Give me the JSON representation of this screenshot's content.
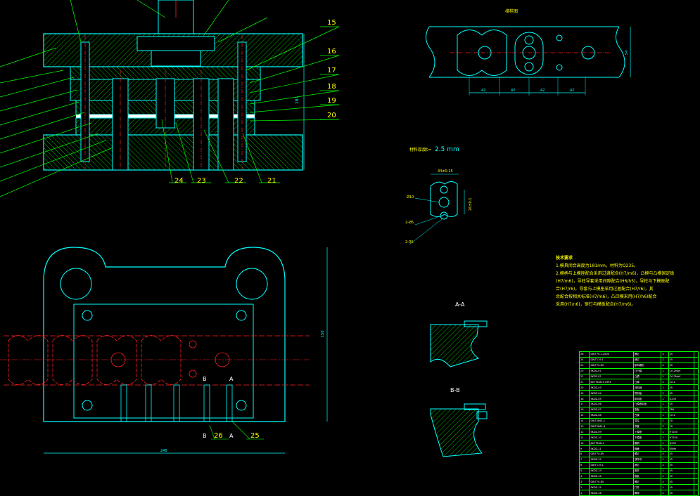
{
  "colors": {
    "background": "#000000",
    "outline": "#00ffff",
    "hatch": "#00ff00",
    "leader": "#00ff00",
    "center": "#ff2020",
    "dimension": "#00ffff",
    "label": "#ffff00",
    "text": "#ffffff"
  },
  "assembly_view": {
    "part_numbers_right": [
      "15",
      "16",
      "17",
      "18",
      "19",
      "20"
    ],
    "part_numbers_bottom": [
      "24",
      "23",
      "22",
      "21"
    ],
    "dimension_height": "181"
  },
  "plan_view": {
    "part_numbers": [
      "26",
      "25"
    ],
    "section_marks": [
      "B",
      "A",
      "B",
      "A"
    ],
    "dimension_width": "240",
    "dimension_height": "150"
  },
  "strip_layout": {
    "title": "排样图",
    "dimensions": [
      "42",
      "42",
      "42",
      "42"
    ],
    "dimension_height": "54"
  },
  "part_drawing": {
    "thickness_label": "材料厚度t=",
    "thickness_value": "2.5 mm",
    "dim_top": "44±0.15",
    "dim_side": "26±0.1",
    "hole_labels": [
      "Ø10",
      "2-Ø5",
      "2-R5"
    ]
  },
  "sections": {
    "a_a": "A-A",
    "b_b": "B-B"
  },
  "tech_notes": {
    "title": "技术要求",
    "lines": [
      "1.模具闭合高度为181mm，材料为Q235。",
      "2.模柄与上模座配合采用过渡配合(H7/m6)，凸模与凸模固定板",
      "(H7/m6)，导柱导套采用间隙配合(H6/h5)，导柱与下模座配",
      "合(H7/r6)，导套与上模座采用过盈配合(H7/r6)，其",
      "余配合按相关标准(H7/m6)，凸凹模采用(H7/h6)配合",
      "采用(H7/n6)，销钉与模板配合(H7/m6)。"
    ]
  },
  "bom": {
    "rows": [
      [
        "26",
        "GB/T70.1-2000",
        "螺钉",
        "4",
        "45",
        ""
      ],
      [
        "25",
        "GB/T119.1",
        "销钉",
        "2",
        "45",
        ""
      ],
      [
        "24",
        "GB/T70-85",
        "卸料螺钉",
        "4",
        "45",
        ""
      ],
      [
        "23",
        "SKDZ-01",
        "凸凹模",
        "1",
        "Cr12MoV",
        ""
      ],
      [
        "22",
        "SKDZ-02",
        "凸模",
        "1",
        "Cr12MoV",
        ""
      ],
      [
        "21",
        "JB/T7646.3-1994",
        "凸模",
        "2",
        "Cr12",
        ""
      ],
      [
        "20",
        "SKDZ-03",
        "挡料销",
        "1",
        "45",
        ""
      ],
      [
        "19",
        "SKDZ-04",
        "导料板",
        "2",
        "45",
        ""
      ],
      [
        "18",
        "SKDZ-05",
        "卸料板",
        "1",
        "Q235",
        ""
      ],
      [
        "17",
        "SKDZ-06",
        "凸模固定板",
        "1",
        "45",
        ""
      ],
      [
        "16",
        "SKDZ-07",
        "垫板",
        "1",
        "T8A",
        ""
      ],
      [
        "15",
        "SKDZ-08",
        "凹模",
        "1",
        "Cr12",
        ""
      ],
      [
        "14",
        "GB/T2861.1",
        "导柱",
        "2",
        "20",
        ""
      ],
      [
        "13",
        "GB/T2861.6",
        "导套",
        "2",
        "20",
        ""
      ],
      [
        "12",
        "SKDZ-09",
        "上模座",
        "1",
        "HT200",
        ""
      ],
      [
        "11",
        "SKDZ-10",
        "下模座",
        "1",
        "HT200",
        ""
      ],
      [
        "10",
        "JB/T7646.1",
        "模柄",
        "1",
        "Q235",
        ""
      ],
      [
        "9",
        "SKDZ-11",
        "弹簧",
        "4",
        "65Mn",
        ""
      ],
      [
        "8",
        "GB/T70-85",
        "螺钉",
        "4",
        "45",
        ""
      ],
      [
        "7",
        "SKDZ-12",
        "顶件块",
        "1",
        "45",
        ""
      ],
      [
        "6",
        "GB/T119.1",
        "销钉",
        "2",
        "45",
        ""
      ],
      [
        "5",
        "SKDZ-13",
        "推杆",
        "1",
        "45",
        ""
      ],
      [
        "4",
        "SKDZ-14",
        "推板",
        "1",
        "45",
        ""
      ],
      [
        "3",
        "GB/T70-85",
        "螺钉",
        "4",
        "45",
        ""
      ],
      [
        "2",
        "SKDZ-15",
        "打杆",
        "1",
        "45",
        ""
      ],
      [
        "1",
        "SKDZ-16",
        "螺母",
        "1",
        "45",
        ""
      ]
    ]
  }
}
